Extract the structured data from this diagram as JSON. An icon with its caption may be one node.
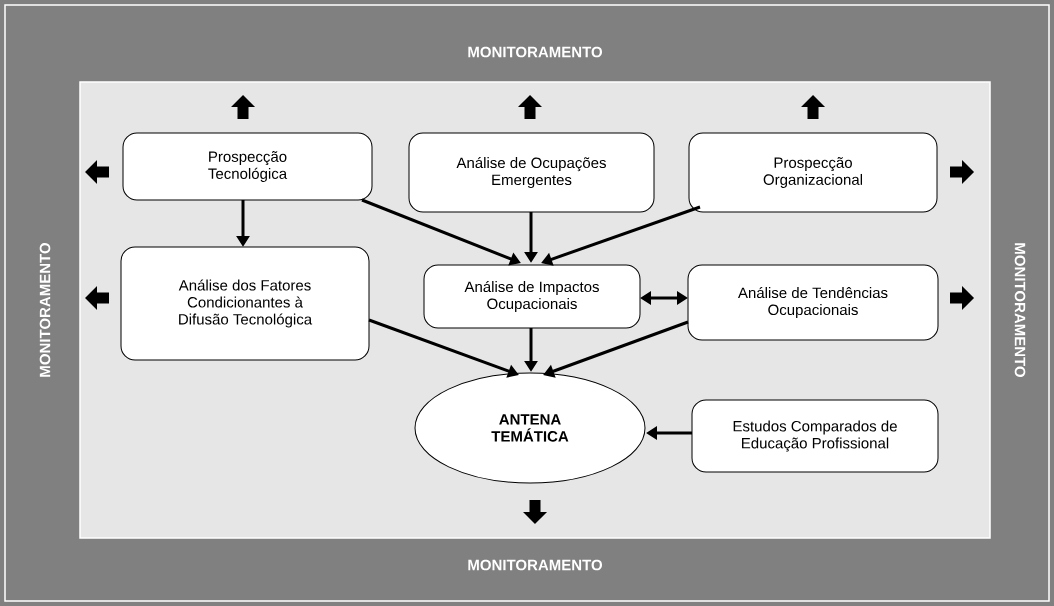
{
  "diagram": {
    "nodes": [
      {
        "text": [
          "Prospecção Tecnológica"
        ]
      },
      {
        "text": [
          "Análise de Ocupações Emergentes"
        ]
      },
      {
        "text": [
          "Prospecção Organizacional"
        ]
      },
      {
        "text": [
          "Análise dos Fatores Condicionantes à Difusão Tecnológica"
        ]
      },
      {
        "text": [
          "Análise de Impactos Ocupacionais"
        ]
      },
      {
        "text": [
          "Análise de Tendências Ocupacionais"
        ]
      },
      {
        "text": [
          "ANTENA TEMÁTICA"
        ]
      },
      {
        "text": [
          "Estudos Comparados de Educação Profissional"
        ]
      }
    ],
    "edges": [
      {
        "from": 0,
        "to": 3,
        "arrow": "to"
      },
      {
        "from": 0,
        "to": 4,
        "arrow": "to"
      },
      {
        "from": 1,
        "to": 4,
        "arrow": "to"
      },
      {
        "from": 2,
        "to": 4,
        "arrow": "to"
      },
      {
        "from": 4,
        "to": 5,
        "arrow": "both"
      },
      {
        "from": 3,
        "to": 6,
        "arrow": "to"
      },
      {
        "from": 4,
        "to": 6,
        "arrow": "to"
      },
      {
        "from": 5,
        "to": 6,
        "arrow": "to"
      },
      {
        "from": 7,
        "to": 6,
        "arrow": "to"
      }
    ],
    "labels": [
      "MONITORAMENTO",
      "MONITORAMENTO",
      "MONITORAMENTO",
      "MONITORAMENTO"
    ]
  }
}
